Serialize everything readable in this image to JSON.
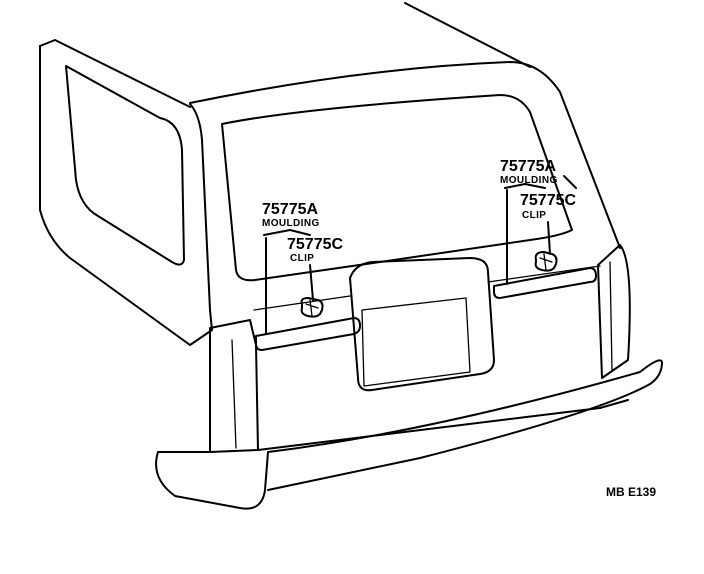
{
  "callouts": {
    "left": {
      "moulding_part_no": "75775A",
      "moulding_name": "MOULDING",
      "clip_part_no": "75775C",
      "clip_name": "CLIP"
    },
    "right": {
      "moulding_part_no": "75775A",
      "moulding_name": "MOULDING",
      "clip_part_no": "75775C",
      "clip_name": "CLIP"
    }
  },
  "reference_code": "MB E139"
}
